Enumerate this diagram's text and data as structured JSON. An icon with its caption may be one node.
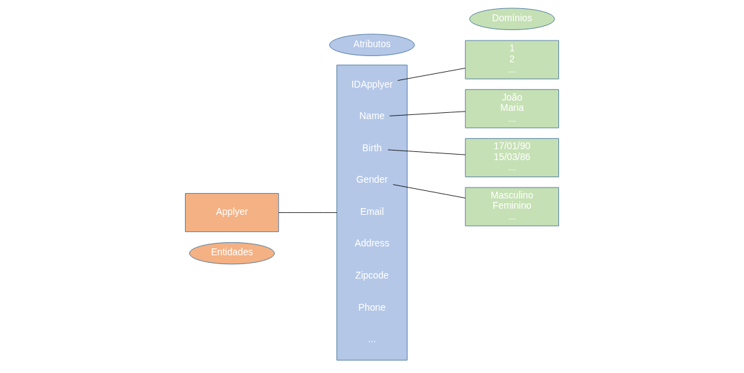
{
  "diagram": {
    "nodes": [
      {
        "text": [
          "Entidades"
        ]
      },
      {
        "text": [
          "Applyer"
        ]
      },
      {
        "text": [
          "Atributos"
        ]
      },
      {
        "text": [],
        "shape": "box"
      },
      {
        "text": [
          "IDApplyer"
        ],
        "in": 3
      },
      {
        "text": [
          "Name"
        ],
        "in": 3
      },
      {
        "text": [
          "Birth"
        ],
        "in": 3
      },
      {
        "text": [
          "Gender"
        ],
        "in": 3
      },
      {
        "text": [
          "Email"
        ],
        "in": 3
      },
      {
        "text": [
          "Address"
        ],
        "in": 3
      },
      {
        "text": [
          "Zipcode"
        ],
        "in": 3
      },
      {
        "text": [
          "Phone"
        ],
        "in": 3
      },
      {
        "text": [
          "..."
        ],
        "in": 3
      },
      {
        "text": [
          "Domínios"
        ]
      },
      {
        "text": [
          "1",
          "2",
          "..."
        ]
      },
      {
        "text": [
          "João",
          "Maria",
          "..."
        ]
      },
      {
        "text": [
          "17/01/90",
          "15/03/86",
          "..."
        ]
      },
      {
        "text": [
          "Masculino",
          "Feminino",
          "..."
        ]
      }
    ],
    "edges": [
      {
        "from": 1,
        "to": 3,
        "arrow": "none"
      },
      {
        "from": 4,
        "to": 14,
        "arrow": "none"
      },
      {
        "from": 5,
        "to": 15,
        "arrow": "none"
      },
      {
        "from": 6,
        "to": 16,
        "arrow": "none"
      },
      {
        "from": 7,
        "to": 17,
        "arrow": "none"
      }
    ]
  }
}
